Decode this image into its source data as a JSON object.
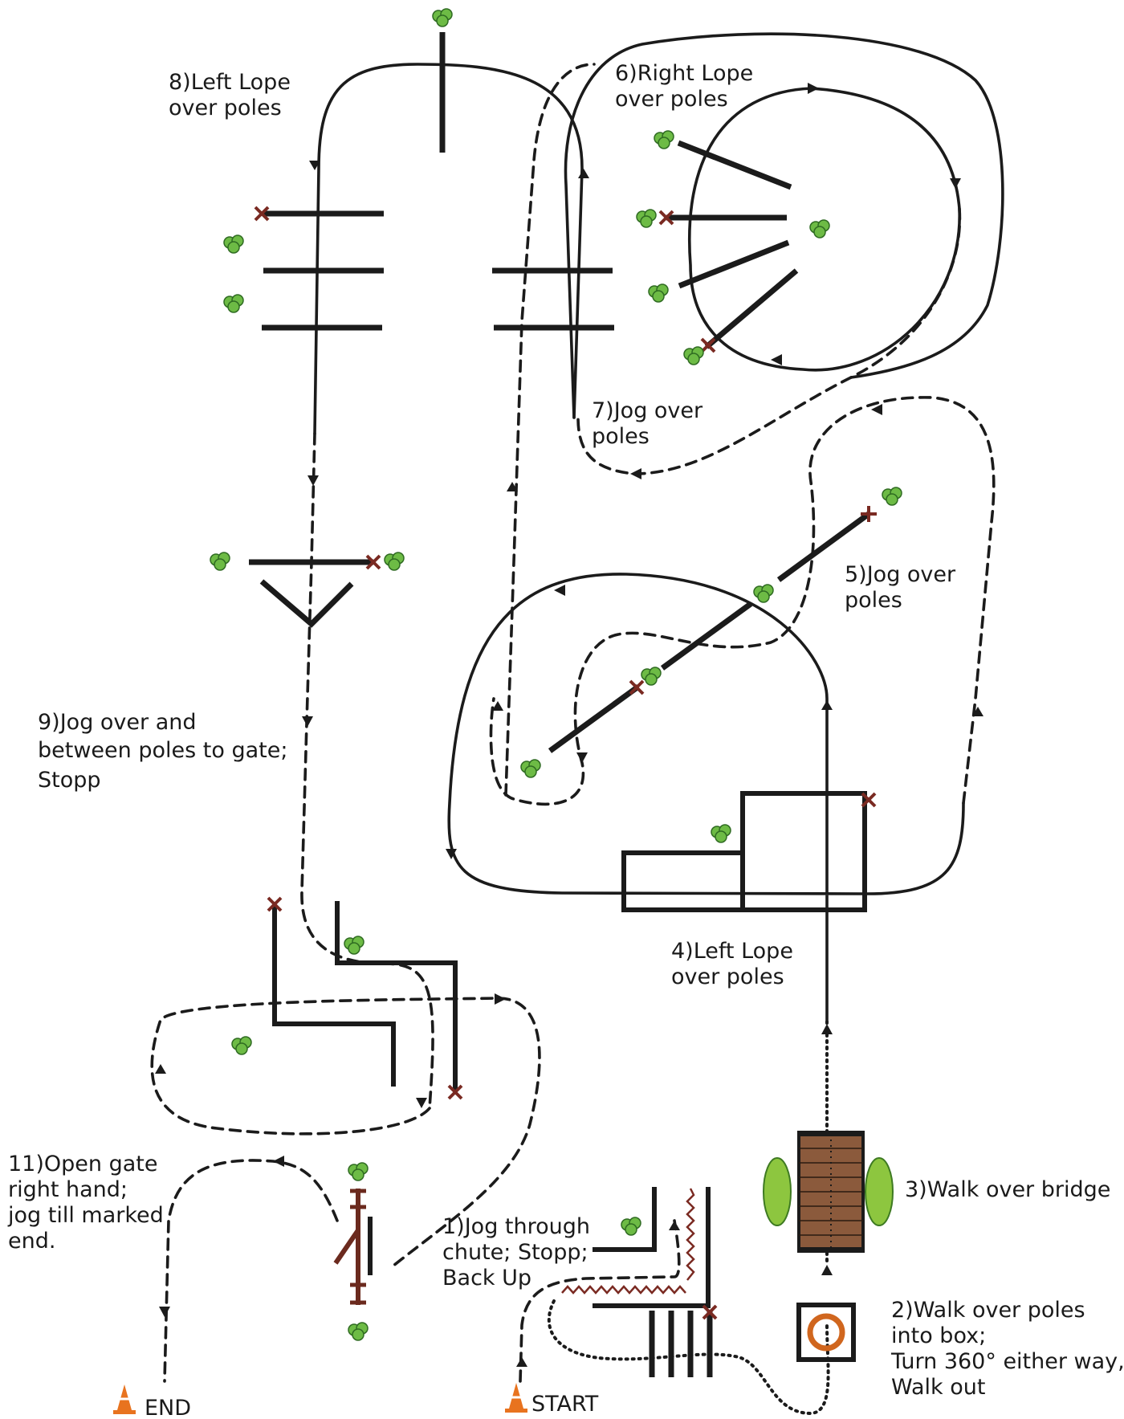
{
  "colors": {
    "line": "#1b1b1b",
    "marker_x": "#7a2a22",
    "bush_green": "#6dbb45",
    "bridge_brown": "#8b5a3c",
    "cone_orange": "#e8731f",
    "ring_orange": "#d0661e"
  },
  "labels": {
    "step1": [
      "1)Jog through",
      "chute; Stopp;",
      "Back Up"
    ],
    "step2": [
      "2)Walk over poles",
      "into box;",
      "Turn 360° either way,",
      "Walk out"
    ],
    "step3": [
      "3)Walk over bridge"
    ],
    "step4": [
      "4)Left Lope",
      "over poles"
    ],
    "step5": [
      "5)Jog over",
      "poles"
    ],
    "step6": [
      "6)Right Lope",
      "over poles"
    ],
    "step7": [
      "7)Jog over",
      "poles"
    ],
    "step8": [
      "8)Left Lope",
      "over poles"
    ],
    "step9": [
      "9)Jog over and",
      "between poles to gate;",
      "Stopp"
    ],
    "step11": [
      "11)Open gate",
      "right hand;",
      "jog till marked",
      "end."
    ],
    "start": "START",
    "end": "END"
  },
  "icons": {
    "start_marker": "traffic-cone-icon",
    "end_marker": "traffic-cone-icon",
    "tree": "bush-icon",
    "pole_end": "x-marker-icon"
  }
}
